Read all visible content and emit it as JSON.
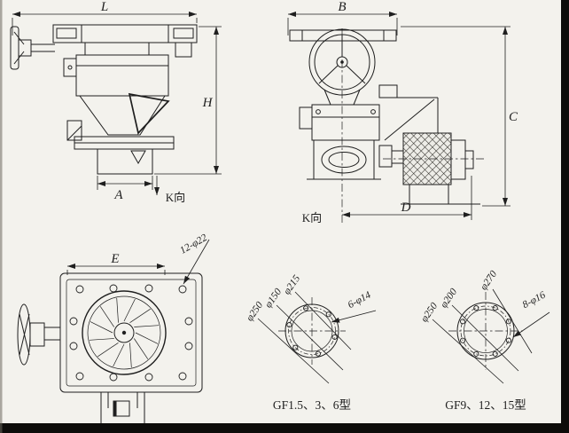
{
  "drawing": {
    "colors": {
      "paper": "#f3f2ed",
      "ink": "#1f1f1f",
      "border": "#0d0c0a"
    },
    "side_view": {
      "dim_length": "L",
      "dim_height": "H",
      "dim_a": "A",
      "view_direction": "K向"
    },
    "front_view": {
      "dim_width": "B",
      "dim_height": "C",
      "dim_d": "D",
      "view_direction": "K向"
    },
    "plan_view": {
      "dim_e": "E",
      "bolt_note": "12-φ22"
    },
    "flange_small": {
      "dia_labels": [
        "φ215",
        "φ150",
        "φ250"
      ],
      "bolt_note": "6-φ14",
      "caption": "GF1.5、3、6型"
    },
    "flange_large": {
      "dia_labels": [
        "φ270",
        "φ200",
        "φ250"
      ],
      "bolt_note": "8-φ16",
      "caption": "GF9、12、15型"
    }
  }
}
